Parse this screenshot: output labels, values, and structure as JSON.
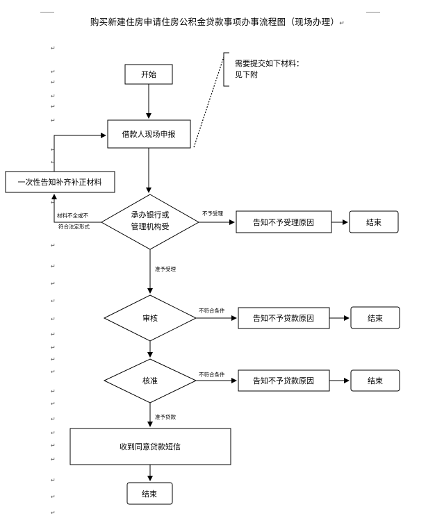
{
  "title": "购买新建住房申请住房公积金贷款事项办事流程图（现场办理）",
  "title_mark": "↵",
  "para_mark": "↵",
  "nodes": {
    "start": "开始",
    "report": "借款人现场申报",
    "supplement": "一次性告知补齐补正材料",
    "accept": "承办银行或",
    "accept2": "管理机构受",
    "reject_accept": "告知不予受理原因",
    "end1": "结束",
    "review": "审核",
    "reject_loan1": "告知不予贷款原因",
    "end2": "结束",
    "approve": "核准",
    "reject_loan2": "告知不予贷款原因",
    "end3": "结束",
    "sms": "收到同意贷款短信",
    "end_final": "结束"
  },
  "note": {
    "line1": "需要提交如下材料：",
    "line2": "见下附"
  },
  "edges": {
    "incomplete1": "材料不全或不",
    "incomplete2": "符合法定形式",
    "not_accepted": "不予受理",
    "accepted": "准予受理",
    "not_eligible1": "不符合条件",
    "not_eligible2": "不符合条件",
    "loan_granted": "准予贷款"
  }
}
